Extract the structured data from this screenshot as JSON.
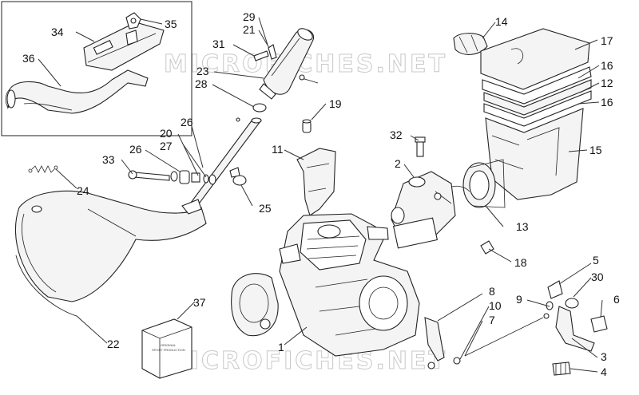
{
  "watermark": "MICROFICHES.NET",
  "box_label_lines": [
    "ORIGINAL",
    "SPORT PRODUCTION"
  ],
  "callouts": [
    {
      "id": "c35",
      "label": "35"
    },
    {
      "id": "c34",
      "label": "34"
    },
    {
      "id": "c36",
      "label": "36"
    },
    {
      "id": "c29",
      "label": "29"
    },
    {
      "id": "c21",
      "label": "21"
    },
    {
      "id": "c31",
      "label": "31"
    },
    {
      "id": "c23",
      "label": "23"
    },
    {
      "id": "c28",
      "label": "28"
    },
    {
      "id": "c19",
      "label": "19"
    },
    {
      "id": "c14",
      "label": "14"
    },
    {
      "id": "c17",
      "label": "17"
    },
    {
      "id": "c16a",
      "label": "16"
    },
    {
      "id": "c12",
      "label": "12"
    },
    {
      "id": "c16b",
      "label": "16"
    },
    {
      "id": "c15",
      "label": "15"
    },
    {
      "id": "c26a",
      "label": "26"
    },
    {
      "id": "c20",
      "label": "20"
    },
    {
      "id": "c27",
      "label": "27"
    },
    {
      "id": "c33",
      "label": "33"
    },
    {
      "id": "c26b",
      "label": "26"
    },
    {
      "id": "c11",
      "label": "11"
    },
    {
      "id": "c32",
      "label": "32"
    },
    {
      "id": "c2",
      "label": "2"
    },
    {
      "id": "c24",
      "label": "24"
    },
    {
      "id": "c25",
      "label": "25"
    },
    {
      "id": "c13",
      "label": "13"
    },
    {
      "id": "c18",
      "label": "18"
    },
    {
      "id": "c5",
      "label": "5"
    },
    {
      "id": "c30",
      "label": "30"
    },
    {
      "id": "c8",
      "label": "8"
    },
    {
      "id": "c9",
      "label": "9"
    },
    {
      "id": "c6",
      "label": "6"
    },
    {
      "id": "c37",
      "label": "37"
    },
    {
      "id": "c10",
      "label": "10"
    },
    {
      "id": "c7",
      "label": "7"
    },
    {
      "id": "c22",
      "label": "22"
    },
    {
      "id": "c1",
      "label": "1"
    },
    {
      "id": "c3",
      "label": "3"
    },
    {
      "id": "c4",
      "label": "4"
    }
  ]
}
